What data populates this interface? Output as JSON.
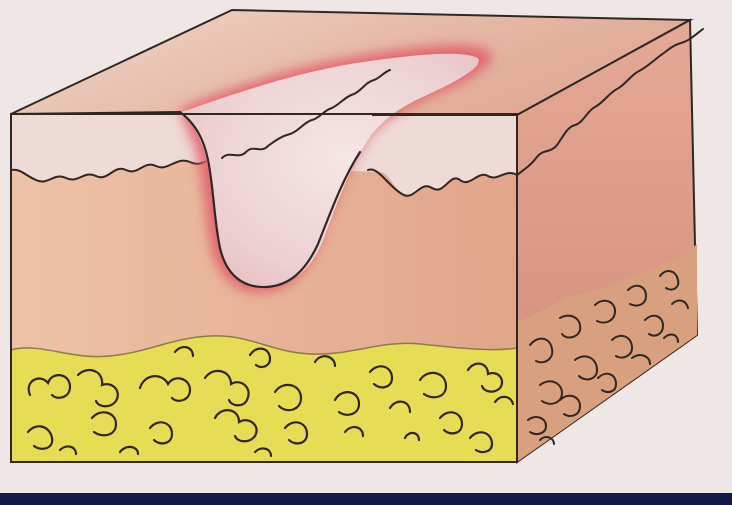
{
  "diagram": {
    "subject": "skin-tissue-block-with-ulcer",
    "layers": [
      "epidermis",
      "dermis",
      "subcutaneous-fat"
    ],
    "lesion": "ulcer-crater",
    "colors": {
      "background": "#efe7e5",
      "top_surface": "#e3b8a7",
      "epidermis_front": "#edd7d2",
      "dermis_front": "#e6b295",
      "fat_front": "#e6de53",
      "side_face": "#d99a86",
      "side_fat": "#d3997a",
      "ulcer_rim": "#e0485a",
      "ulcer_interior": "#eed4d4",
      "outline": "#302722",
      "frame_band": "#141a48"
    }
  }
}
